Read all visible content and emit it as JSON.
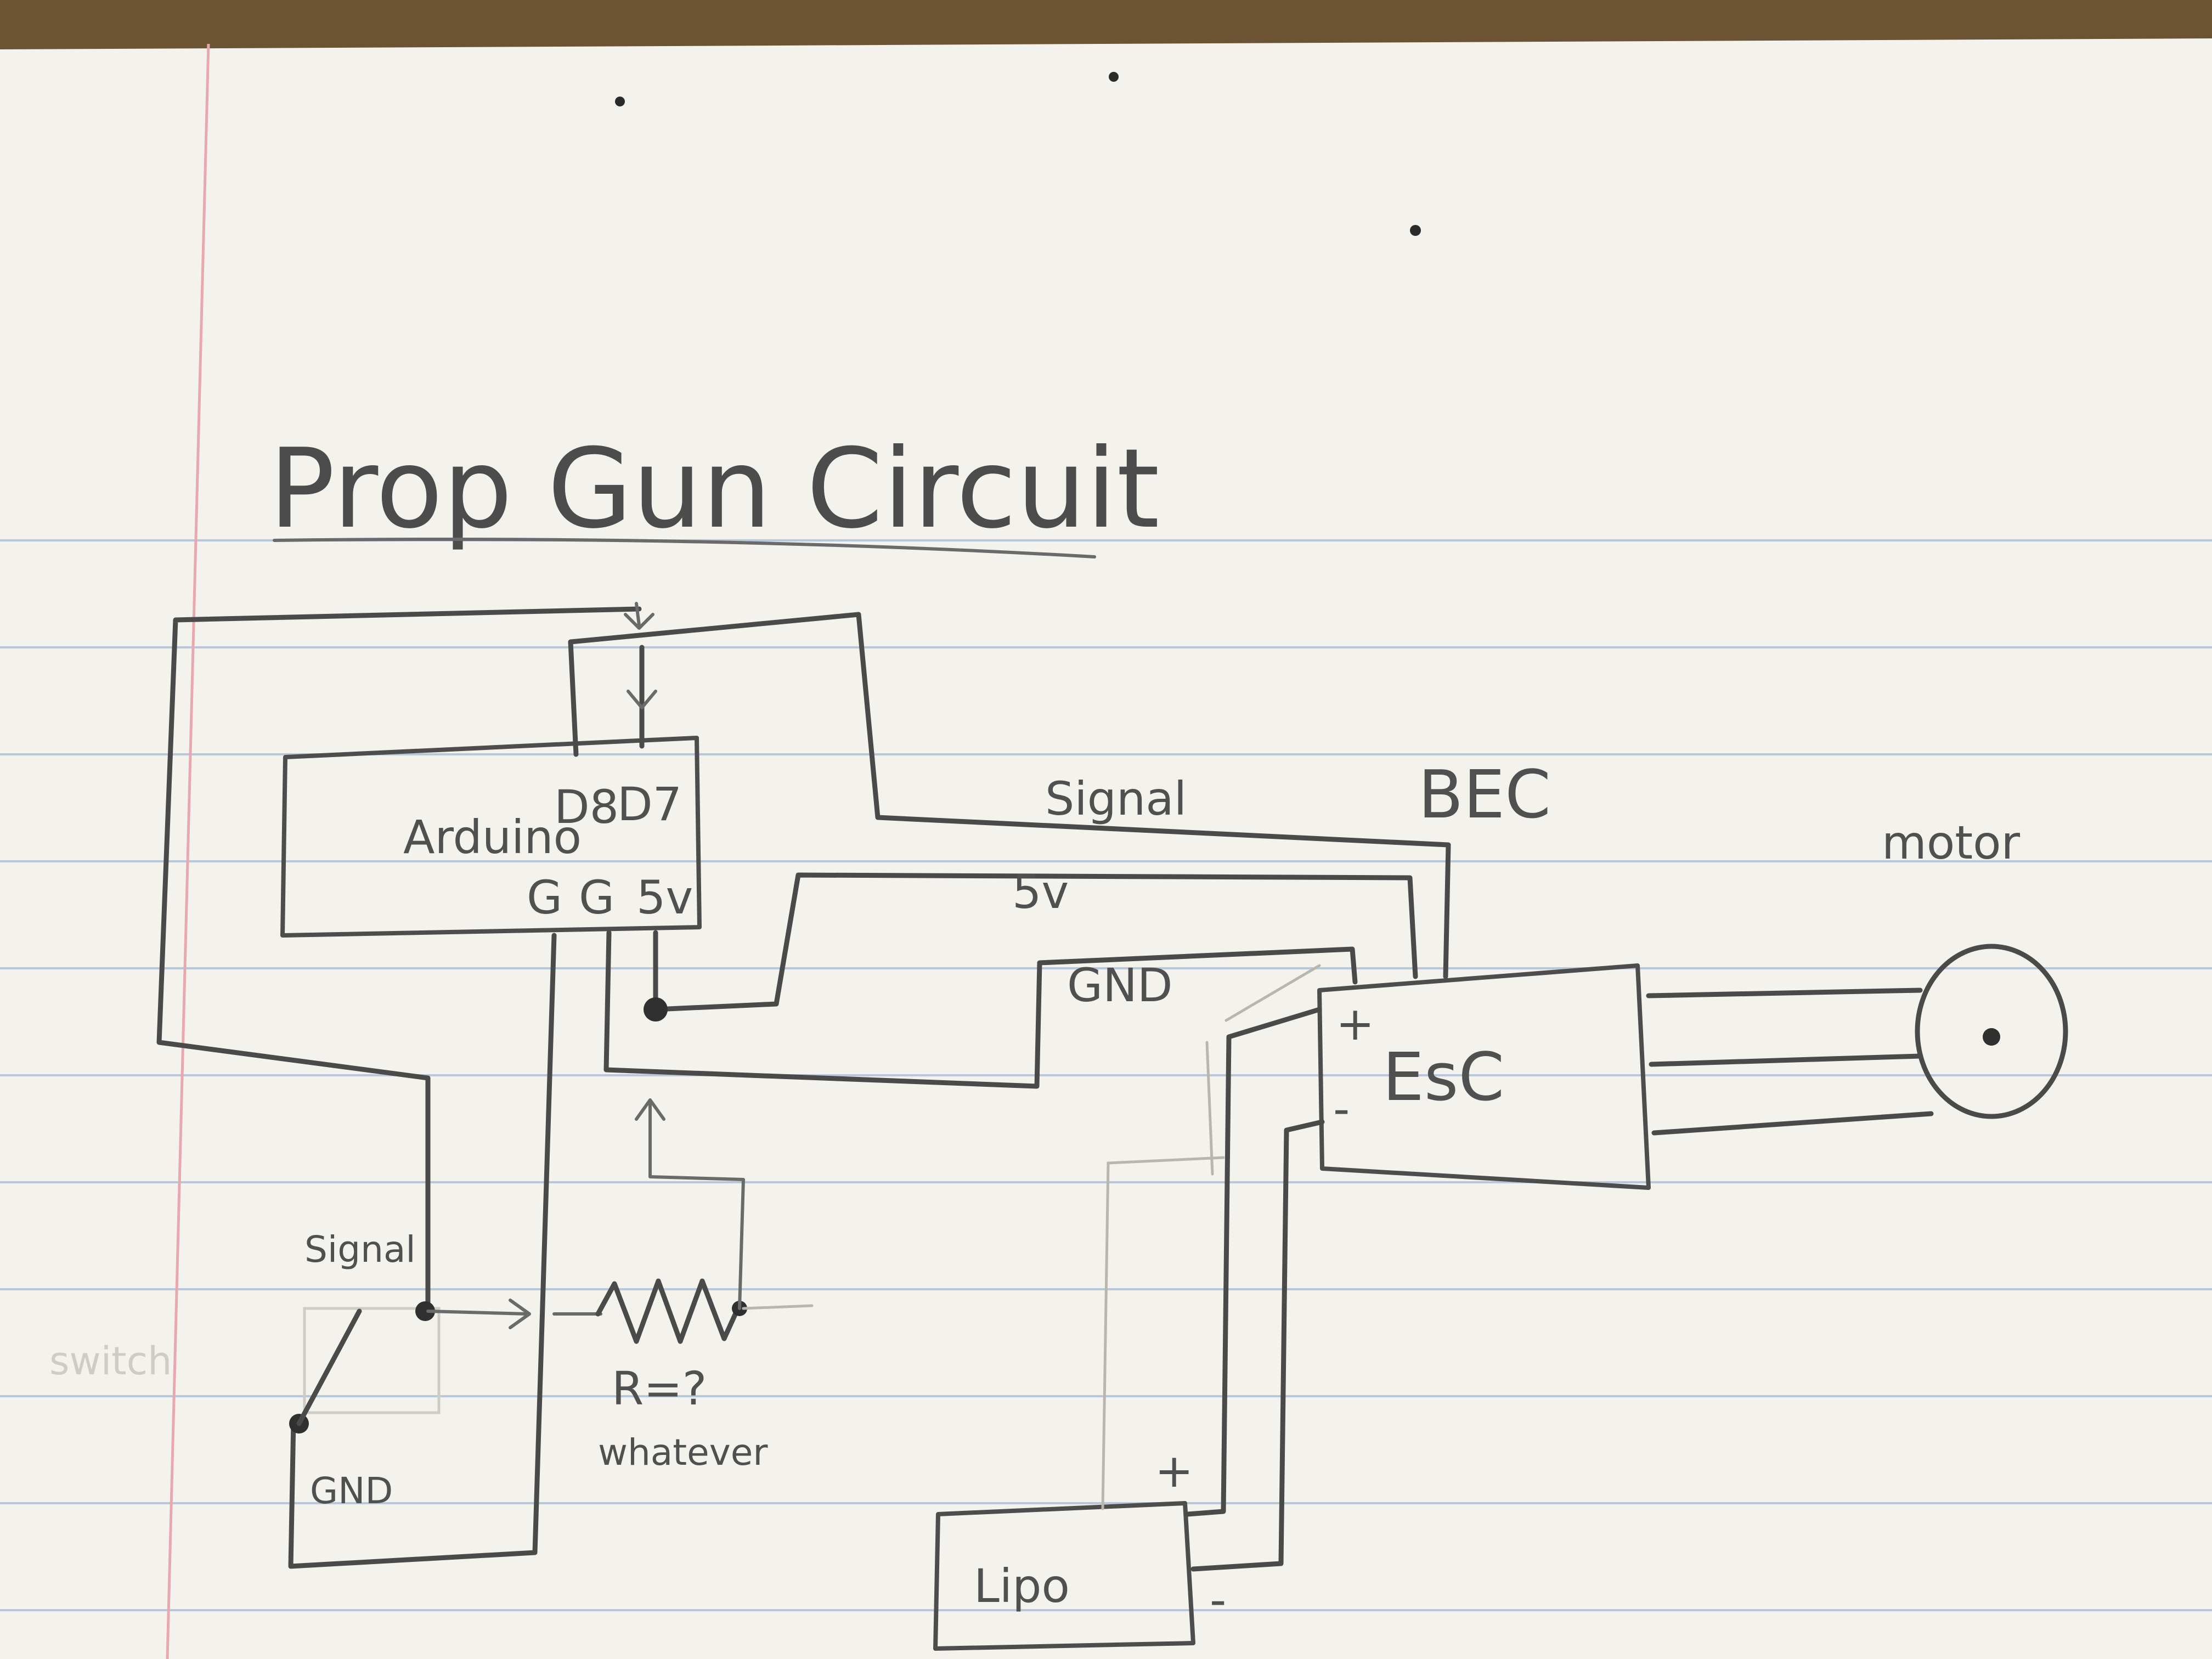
{
  "diagram": {
    "title": "Prop Gun Circuit",
    "arduino": {
      "name": "Arduino",
      "pins_top": [
        "D8",
        "D7"
      ],
      "pins_bottom": [
        "G",
        "G",
        "5v"
      ]
    },
    "bec_label": "BEC",
    "esc": {
      "name": "EsC",
      "plus": "+",
      "minus": "-"
    },
    "motor_label": "motor",
    "lipo": {
      "name": "Lipo",
      "plus": "+",
      "minus": "-"
    },
    "wire_labels": {
      "signal": "Signal",
      "five_v": "5v",
      "gnd": "GND"
    },
    "switch": {
      "signal_label": "Signal",
      "gnd_label": "GND",
      "faint_label": "switch"
    },
    "resistor": {
      "value_label": "R=?",
      "note": "whatever"
    }
  },
  "colors": {
    "paper": "#f4f2ec",
    "pencil": "#4a4a4a",
    "ruled_line": "#b7c8dd",
    "margin_line": "#e7a8b0",
    "desk": "#6b5334"
  }
}
